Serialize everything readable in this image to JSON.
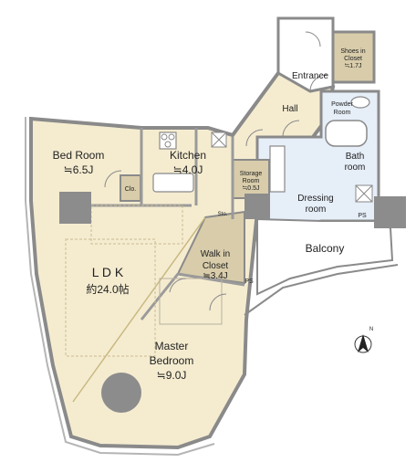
{
  "rooms": {
    "bedroom": {
      "name": "Bed Room",
      "size": "≒6.5J"
    },
    "kitchen": {
      "name": "Kitchen",
      "size": "≒4.0J"
    },
    "ldk": {
      "name": "L D K",
      "size": "約24.0帖"
    },
    "walkin": {
      "name1": "Walk in",
      "name2": "Closet",
      "size": "≒3.4J"
    },
    "master": {
      "name1": "Master",
      "name2": "Bedroom",
      "size": "≒9.0J"
    },
    "storage": {
      "name1": "Storage",
      "name2": "Room",
      "size": "≒0.5J"
    },
    "dressing": {
      "name1": "Dressing",
      "name2": "room"
    },
    "bath": {
      "name1": "Bath",
      "name2": "room"
    },
    "powder": {
      "name1": "Powder",
      "name2": "Room"
    },
    "shoes": {
      "name1": "Shoes in",
      "name2": "Closet",
      "size": "≒1.7J"
    }
  },
  "labels": {
    "hall": "Hall",
    "entrance": "Entrance",
    "balcony": "Balcony",
    "clo": "Clo.",
    "sto": "Sto.",
    "ps1": "PS",
    "ps2": "PS",
    "north": "N"
  },
  "colors": {
    "floor": "#f5ecd0",
    "closet": "#d8ccaa",
    "wet": "#e6eef8",
    "wall": "#9a9a9a",
    "column": "#8c8c8c"
  }
}
